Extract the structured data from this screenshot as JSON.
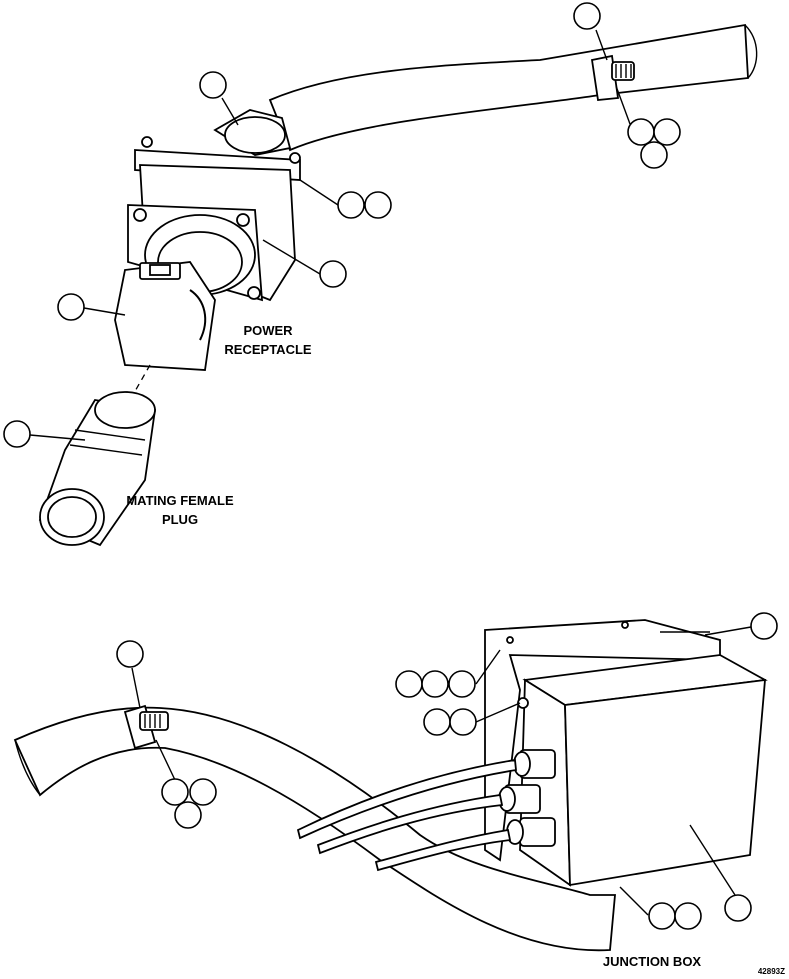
{
  "labels": {
    "power_receptacle_line1": "POWER",
    "power_receptacle_line2": "RECEPTACLE",
    "mating_plug_line1": "MATING FEMALE",
    "mating_plug_line2": "PLUG",
    "junction_box": "JUNCTION BOX",
    "figure_number": "42893Z"
  }
}
